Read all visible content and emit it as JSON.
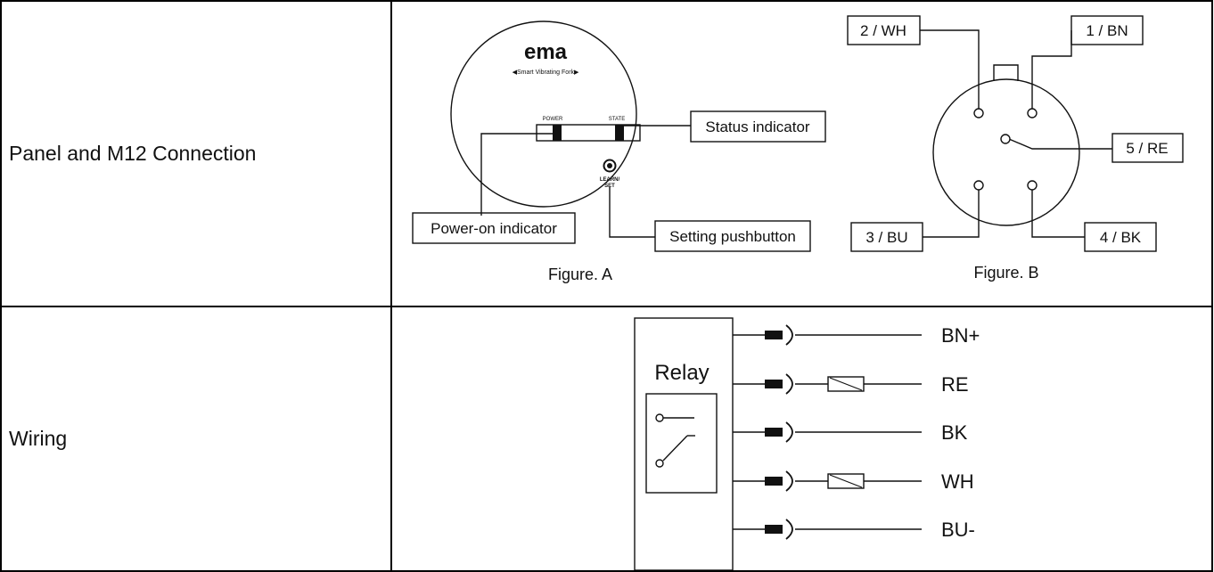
{
  "rows": [
    {
      "label": "Panel and M12 Connection"
    },
    {
      "label": "Wiring"
    }
  ],
  "figure_a": {
    "logo": "ema",
    "tagline": "◀Smart Vibrating Fork▶",
    "power_mark": "POWER",
    "state_mark": "STATE",
    "button_mark_1": "LEARN/",
    "button_mark_2": "SET",
    "callouts": {
      "status": "Status indicator",
      "power_on": "Power-on indicator",
      "setting": "Setting pushbutton"
    },
    "caption": "Figure. A"
  },
  "figure_b": {
    "pins": {
      "p2": "2 / WH",
      "p1": "1 / BN",
      "p5": "5 / RE",
      "p3": "3 / BU",
      "p4": "4 / BK"
    },
    "caption": "Figure. B"
  },
  "wiring": {
    "relay_label": "Relay",
    "wires": [
      "BN+",
      "RE",
      "BK",
      "WH",
      "BU-"
    ]
  }
}
